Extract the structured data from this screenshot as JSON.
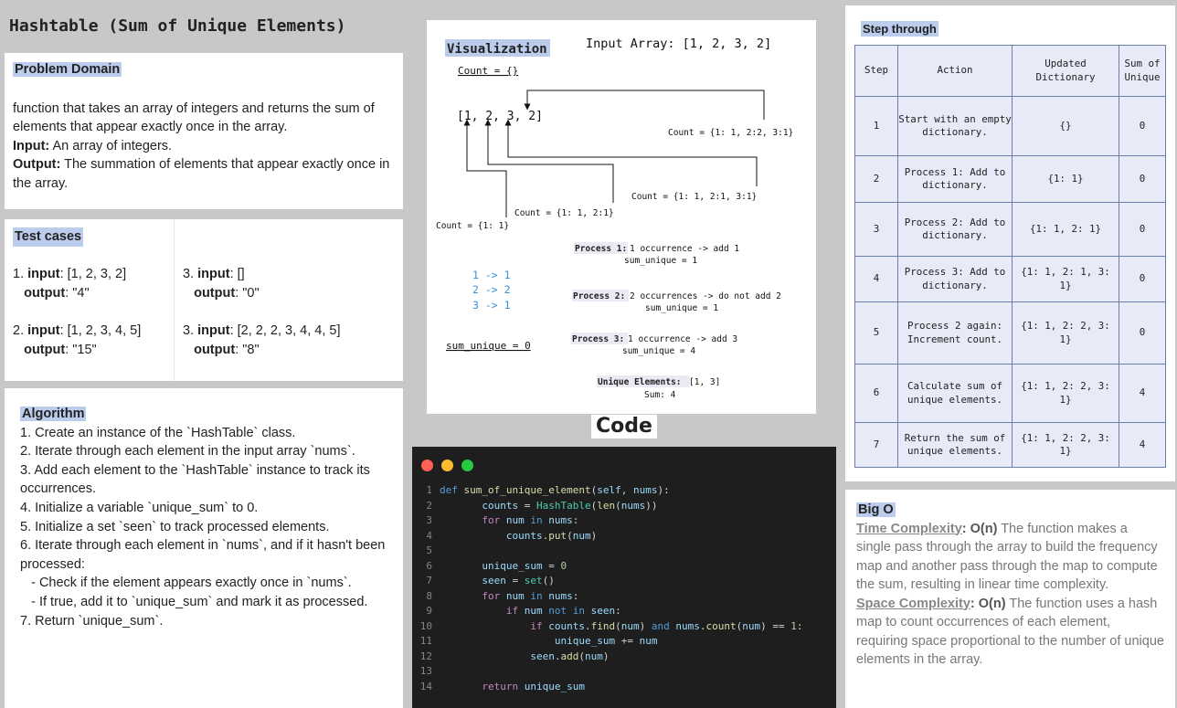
{
  "title": "Hashtable (Sum of Unique Elements)",
  "problem": {
    "heading": "Problem Domain",
    "description": "function that takes an array of integers and returns the sum of elements that appear exactly once in the array.",
    "input_label": "Input:",
    "input_text": " An array of integers.",
    "output_label": "Output:",
    "output_text": "  The summation of elements that appear exactly once in the array."
  },
  "tests": {
    "heading": "Test cases",
    "cases": [
      {
        "num": "1.",
        "input": "[1, 2, 3, 2]",
        "output": "\"4\""
      },
      {
        "num": "3.",
        "input": "[]",
        "output": "\"0\""
      },
      {
        "num": "2.",
        "input": "[1, 2, 3, 4, 5]",
        "output": "\"15\""
      },
      {
        "num": "3.",
        "input": "[2, 2, 2, 3, 4, 4, 5]",
        "output": "\"8\""
      }
    ],
    "input_label": "input",
    "output_label": "output"
  },
  "algorithm": {
    "heading": "Algorithm",
    "steps": [
      "1. Create an instance of the `HashTable` class.",
      "2. Iterate through each element in the input array `nums`.",
      "3. Add each element to the `HashTable` instance to track its occurrences.",
      "4. Initialize a variable `unique_sum` to 0.",
      "5. Initialize a set `seen` to track processed elements.",
      "6. Iterate through each element in `nums`, and if it hasn't been processed:",
      "   - Check if the element appears exactly once in `nums`.",
      "   - If true, add it to `unique_sum` and mark it as processed.",
      "7. Return `unique_sum`."
    ]
  },
  "visualization": {
    "heading": "Visualization",
    "input_array": "Input Array: [1, 2, 3, 2]",
    "count_empty": "Count = {}",
    "array": "[1, 2, 3, 2]",
    "count_1": "Count = {1: 1}",
    "count_2": "Count = {1: 1, 2:1}",
    "count_3": "Count = {1: 1, 2:1, 3:1}",
    "count_4": "Count = {1: 1, 2:2, 3:1}",
    "mapping": [
      "1 -> 1",
      "2 -> 2",
      "3 -> 1"
    ],
    "sum_unique_label": "sum_unique = 0",
    "processes": [
      {
        "label": "Process 1:",
        "text": " 1 occurrence -> add 1",
        "sub": "sum_unique = 1"
      },
      {
        "label": "Process 2:",
        "text": " 2 occurrences -> do not add 2",
        "sub": "sum_unique = 1"
      },
      {
        "label": "Process 3:",
        "text": " 1 occurrence -> add 3",
        "sub": "sum_unique = 4"
      }
    ],
    "unique_label": "Unique Elements:",
    "unique_value": " [1, 3]",
    "sum_text": "Sum: 4",
    "colors": {
      "mapping": "#3a8ee0",
      "label_bg": "#ece8f4"
    }
  },
  "code": {
    "heading": "Code",
    "window_dots": [
      "#ff5f57",
      "#febc2e",
      "#28c840"
    ],
    "line_numbers": [
      "1",
      "2",
      "3",
      "4",
      "5",
      "6",
      "7",
      "8",
      "9",
      "10",
      "11",
      "12",
      "13",
      "14"
    ]
  },
  "step_through": {
    "heading": "Step through",
    "columns": [
      "Step",
      "Action",
      "Updated Dictionary",
      "Sum of Unique"
    ],
    "rows": [
      {
        "step": "1",
        "action": "Start with an empty dictionary.",
        "dict": "{}",
        "sum": "0"
      },
      {
        "step": "2",
        "action": "Process 1: Add to dictionary.",
        "dict": "{1: 1}",
        "sum": "0"
      },
      {
        "step": "3",
        "action": "Process 2: Add to dictionary.",
        "dict": "{1: 1, 2: 1}",
        "sum": "0"
      },
      {
        "step": "4",
        "action": "Process 3: Add to dictionary.",
        "dict": "{1: 1, 2: 1, 3: 1}",
        "sum": "0"
      },
      {
        "step": "5",
        "action": "Process 2 again: Increment count.",
        "dict": "{1: 1, 2: 2, 3: 1}",
        "sum": "0"
      },
      {
        "step": "6",
        "action": "Calculate sum of unique elements.",
        "dict": "{1: 1, 2: 2, 3: 1}",
        "sum": "4"
      },
      {
        "step": "7",
        "action": "Return the sum of unique elements.",
        "dict": "{1: 1, 2: 2, 3: 1}",
        "sum": "4"
      }
    ]
  },
  "bigo": {
    "heading": "Big O",
    "time_label": "Time Complexity",
    "time_value": "O(n)",
    "time_text": " The function makes a single pass through the array to build the frequency map and another pass through the map to compute the sum, resulting in linear time complexity.",
    "space_label": "Space Complexity",
    "space_value": "O(n)",
    "space_text": " The function uses a hash map to count occurrences of each element, requiring space proportional to the number of unique elements in the array."
  }
}
